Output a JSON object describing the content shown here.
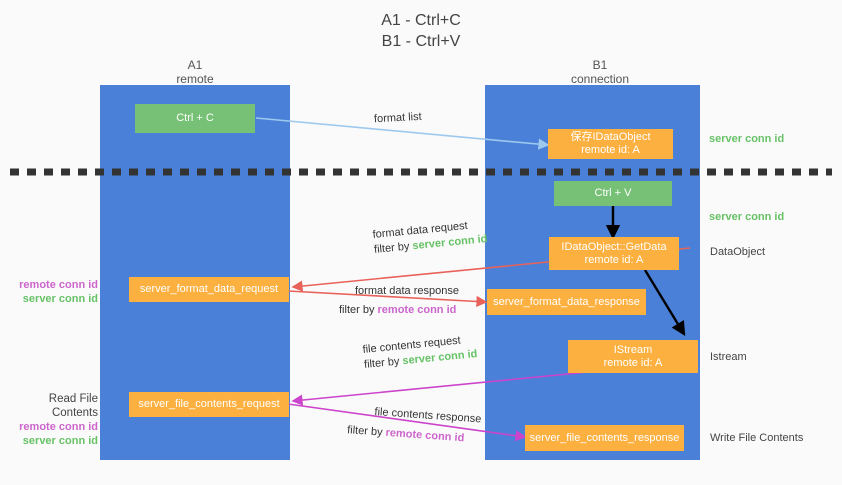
{
  "title": {
    "line1": "A1 - Ctrl+C",
    "line2": "B1 - Ctrl+V"
  },
  "columns": [
    {
      "id": "a1",
      "name": "A1",
      "sub": "remote"
    },
    {
      "id": "b1",
      "name": "B1",
      "sub": "connection"
    }
  ],
  "boxes": {
    "ctrl_c": {
      "line1": "Ctrl + C",
      "line2": ""
    },
    "save_idataobject": {
      "line1": "保存IDataObject",
      "line2": "remote id: A"
    },
    "ctrl_v": {
      "line1": "Ctrl + V",
      "line2": ""
    },
    "idataobject_getdata": {
      "line1": "IDataObject::GetData",
      "line2": "remote id: A"
    },
    "server_format_data_request": {
      "line1": "server_format_data_request",
      "line2": ""
    },
    "server_format_data_response": {
      "line1": "server_format_data_response",
      "line2": ""
    },
    "istream": {
      "line1": "IStream",
      "line2": "remote id: A"
    },
    "server_file_contents_request": {
      "line1": "server_file_contents_request",
      "line2": ""
    },
    "server_file_contents_response": {
      "line1": "server_file_contents_response",
      "line2": ""
    }
  },
  "arrow_captions": {
    "format_list": {
      "text": "format list"
    },
    "format_data_request": {
      "line1": "format data request",
      "filter_prefix": "filter by ",
      "filter_key": "server conn id"
    },
    "format_data_response": {
      "line1": "format data response",
      "filter_prefix": "filter by ",
      "filter_key": "remote conn id"
    },
    "file_contents_request": {
      "line1": "file contents request",
      "filter_prefix": "filter by ",
      "filter_key": "server conn id"
    },
    "file_contents_response": {
      "line1": "file contents response",
      "filter_prefix": "filter by ",
      "filter_key": "remote conn id"
    }
  },
  "left_annotations": {
    "group1": {
      "remote": "remote conn id",
      "server": "server conn id"
    },
    "read_file_contents": "Read File Contents",
    "group2": {
      "remote": "remote conn id",
      "server": "server conn id"
    }
  },
  "right_annotations": {
    "server_conn_id_top": "server conn id",
    "server_conn_id_mid": "server conn id",
    "dataobject": "DataObject",
    "istream": "Istream",
    "write_file_contents": "Write File Contents"
  },
  "colors": {
    "lane_blue": "#4a80d8",
    "box_green": "#77c176",
    "box_orange": "#fbb040",
    "arrow_lightblue": "#9ec9ef",
    "arrow_red": "#e8625a",
    "arrow_magenta": "#cc44cc",
    "arrow_black": "#000000",
    "label_green": "#67c267",
    "label_magenta": "#cc66cc",
    "background": "#fafafa",
    "divider": "#333333"
  }
}
